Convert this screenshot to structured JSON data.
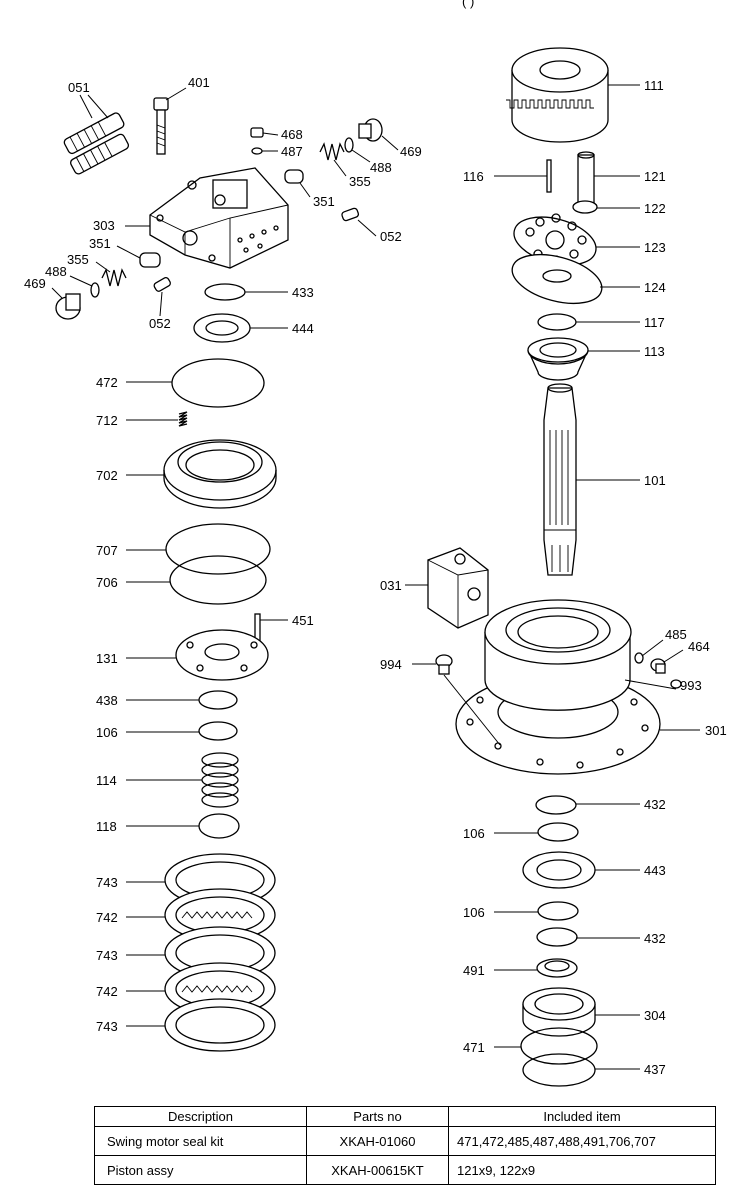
{
  "diagram": {
    "header_fragment": "(        )",
    "labels": {
      "p051": "051",
      "p401": "401",
      "p468": "468",
      "p487": "487",
      "p488a": "488",
      "p469a": "469",
      "p355a": "355",
      "p351a": "351",
      "p052a": "052",
      "p303": "303",
      "p351b": "351",
      "p355b": "355",
      "p488b": "488",
      "p469b": "469",
      "p052b": "052",
      "p433": "433",
      "p444": "444",
      "p472": "472",
      "p712": "712",
      "p702": "702",
      "p707": "707",
      "p706": "706",
      "p451": "451",
      "p131": "131",
      "p438": "438",
      "p106a": "106",
      "p114": "114",
      "p118": "118",
      "p743a": "743",
      "p742a": "742",
      "p743b": "743",
      "p742b": "742",
      "p743c": "743",
      "p111": "111",
      "p116": "116",
      "p121": "121",
      "p122": "122",
      "p123": "123",
      "p124": "124",
      "p117": "117",
      "p113": "113",
      "p101": "101",
      "p031": "031",
      "p485": "485",
      "p464": "464",
      "p994": "994",
      "p993": "993",
      "p301": "301",
      "p432a": "432",
      "p106b": "106",
      "p443": "443",
      "p106c": "106",
      "p432b": "432",
      "p491": "491",
      "p304": "304",
      "p471": "471",
      "p437": "437"
    }
  },
  "table": {
    "headers": {
      "description": "Description",
      "parts_no": "Parts no",
      "included_item": "Included item"
    },
    "rows": [
      {
        "description": "Swing motor seal kit",
        "parts_no": "XKAH-01060",
        "included_item": "471,472,485,487,488,491,706,707"
      },
      {
        "description": "Piston assy",
        "parts_no": "XKAH-00615KT",
        "included_item": "121x9, 122x9"
      }
    ]
  }
}
